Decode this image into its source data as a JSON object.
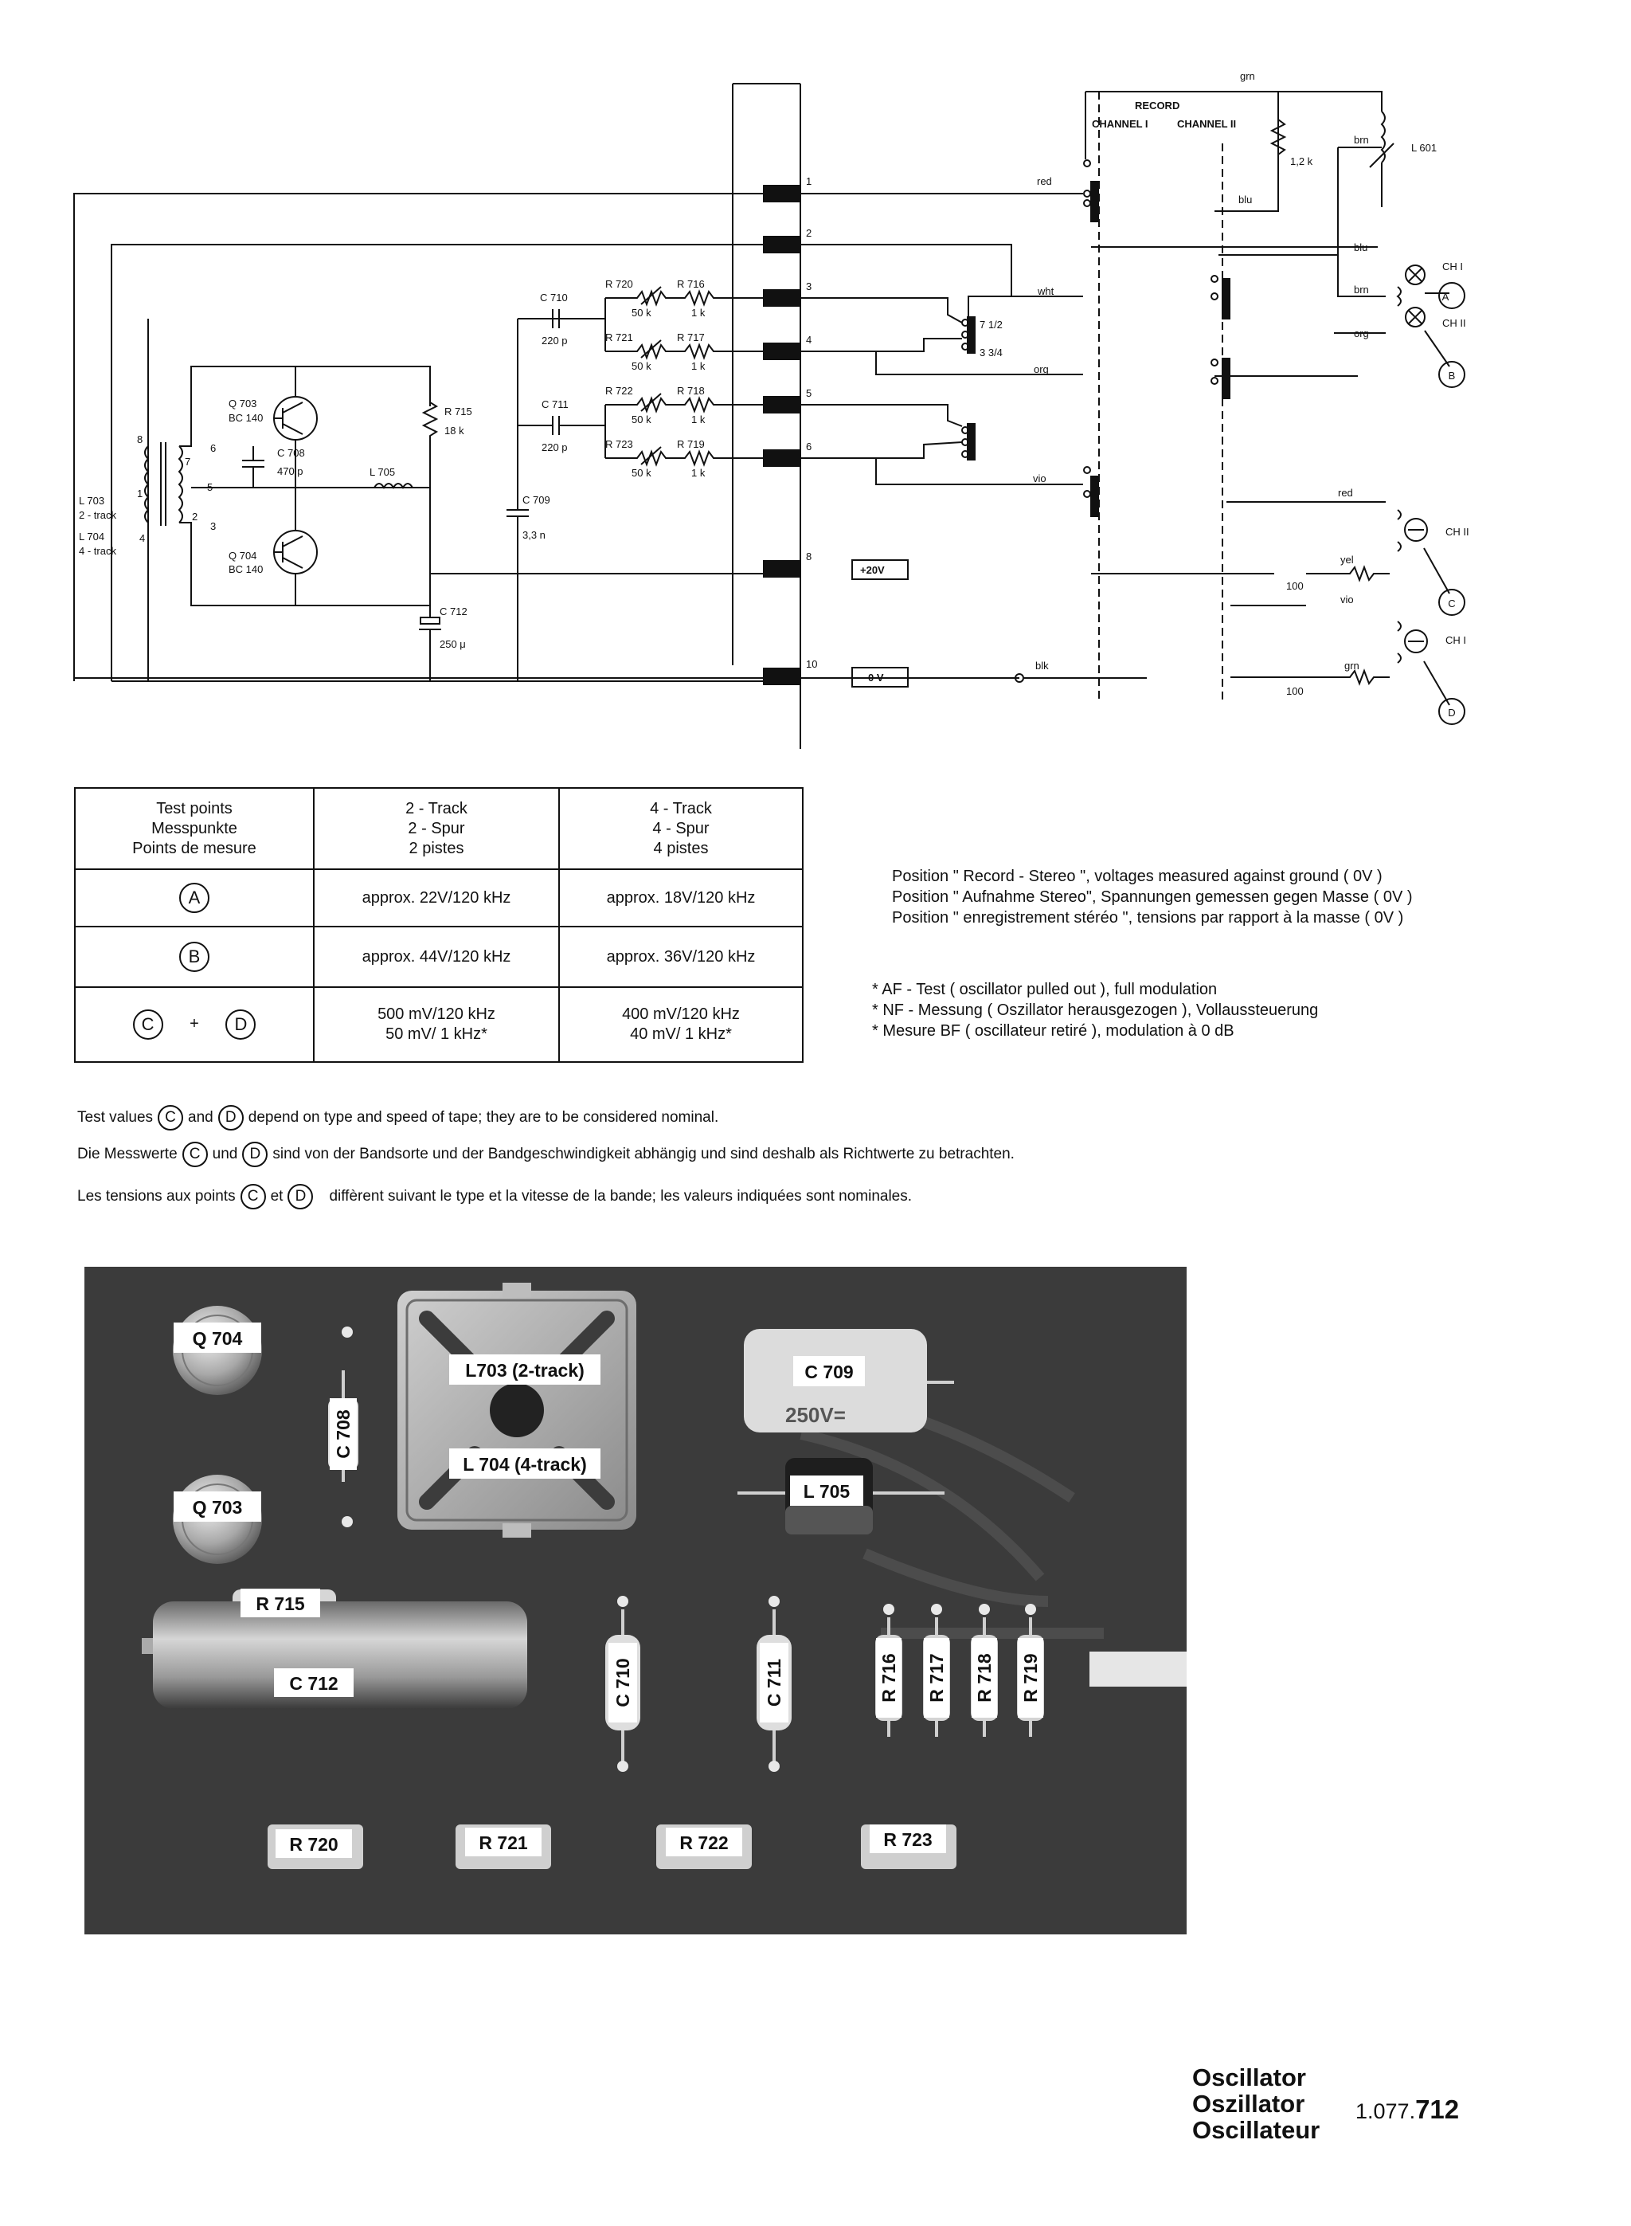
{
  "schematic": {
    "terminals": [
      "1",
      "2",
      "3",
      "4",
      "5",
      "6",
      "8",
      "10"
    ],
    "top_block": {
      "title": "RECORD",
      "ch1": "CHANNEL I",
      "ch2": "CHANNEL II"
    },
    "switch_labels": {
      "s1": "7 1/2",
      "s2": "3 3/4"
    },
    "wires": {
      "red": "red",
      "wht": "wht",
      "org": "org",
      "vio": "vio",
      "blk": "blk",
      "grn": "grn",
      "blu": "blu",
      "brn": "brn",
      "yel": "yel"
    },
    "supply_plus": "+20V",
    "supply_zero": "0 V",
    "components": {
      "c710": "C 710",
      "c710v": "220 p",
      "c711": "C 711",
      "c711v": "220 p",
      "c709": "C 709",
      "c709v": "3,3 n",
      "c712": "C 712",
      "c712v": "250 μ",
      "c708": "C 708",
      "c708v": "470 p",
      "r720": "R 720",
      "r720v": "50 k",
      "r721": "R 721",
      "r721v": "50 k",
      "r722": "R 722",
      "r722v": "50 k",
      "r723": "R 723",
      "r723v": "50 k",
      "r716": "R 716",
      "r716v": "1 k",
      "r717": "R 717",
      "r717v": "1 k",
      "r718": "R 718",
      "r718v": "1 k",
      "r719": "R 719",
      "r719v": "1 k",
      "r715": "R 715",
      "r715v": "18 k",
      "l705": "L 705",
      "q703": "Q 703",
      "q703t": "BC 140",
      "q704": "Q 704",
      "q704t": "BC 140",
      "l703": "L 703",
      "l703d": "2 - track",
      "l704": "L 704",
      "l704d": "4 - track",
      "l601": "L 601",
      "r12k": "1,2 k",
      "r100a": "100",
      "r100b": "100"
    },
    "pins": [
      "8",
      "1",
      "7",
      "6",
      "5",
      "2",
      "3",
      "4"
    ],
    "heads": {
      "ch1": "CH I",
      "ch2": "CH II"
    },
    "points": {
      "a": "A",
      "b": "B",
      "c": "C",
      "d": "D"
    }
  },
  "table": {
    "headers": [
      [
        "Test points",
        "Messpunkte",
        "Points de mesure"
      ],
      [
        "2 - Track",
        "2 - Spur",
        "2  pistes"
      ],
      [
        "4 - Track",
        "4 - Spur",
        "4  pistes"
      ]
    ],
    "rows": [
      {
        "point": "A",
        "v2": "approx. 22V/120 kHz",
        "v4": "approx. 18V/120 kHz"
      },
      {
        "point": "B",
        "v2": "approx. 44V/120 kHz",
        "v4": "approx. 36V/120 kHz"
      },
      {
        "point": "C",
        "plus": "+",
        "point2": "D",
        "v2a": "500 mV/120 kHz",
        "v2b": "50 mV/   1 kHz*",
        "v4a": "400 mV/120 kHz",
        "v4b": "40 mV/   1 kHz*"
      }
    ]
  },
  "position_notes": [
    "Position \" Record - Stereo \", voltages measured against ground ( 0V )",
    "Position \" Aufnahme Stereo\", Spannungen gemessen gegen Masse ( 0V )",
    "Position \" enregistrement stéréo \", tensions par rapport à la masse ( 0V )"
  ],
  "af_notes": [
    "*  AF - Test ( oscillator pulled out ), full modulation",
    "*  NF - Messung ( Oszillator herausgezogen ), Vollaussteuerung",
    "*  Mesure BF ( oscillateur retiré ), modulation à 0 dB"
  ],
  "test_notes": [
    {
      "pre": "Test values",
      "c": "C",
      "mid": "and",
      "d": "D",
      "post": "depend on type and speed of tape; they are to be considered nominal."
    },
    {
      "pre": "Die Messwerte",
      "c": "C",
      "mid": "und",
      "d": "D",
      "post": "sind von der Bandsorte und der Bandgeschwindigkeit abhängig und sind deshalb als Richtwerte zu betrachten."
    },
    {
      "pre": "Les tensions aux points",
      "c": "C",
      "mid": "et",
      "d": "D",
      "post": "diffèrent suivant le type et la vitesse de la bande; les valeurs indiquées sont nominales."
    }
  ],
  "photo_labels": {
    "q704": "Q 704",
    "q703": "Q 703",
    "c708": "C 708",
    "l703": "L703 (2-track)",
    "l704": "L 704 (4-track)",
    "c709": "C 709",
    "c709marking": "250V=",
    "l705": "L 705",
    "r715": "R 715",
    "c712": "C 712",
    "c710": "C 710",
    "c711": "C 711",
    "r716": "R 716",
    "r717": "R 717",
    "r718": "R 718",
    "r719": "R 719",
    "r720": "R 720",
    "r721": "R 721",
    "r722": "R 722",
    "r723": "R 723"
  },
  "footer": {
    "titles": [
      "Oscillator",
      "Oszillator",
      "Oscillateur"
    ],
    "code_prefix": "1.077.",
    "code_bold": "712"
  }
}
